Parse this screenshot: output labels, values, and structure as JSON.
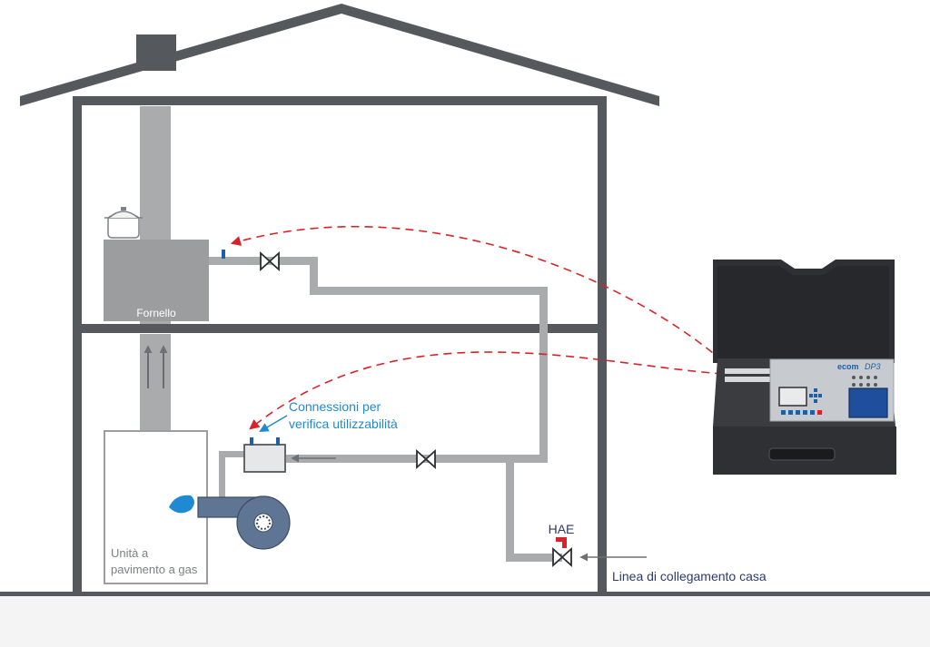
{
  "labels": {
    "stove": "Fornello",
    "connections_line1": "Connessioni per",
    "connections_line2": "verifica utilizzabilità",
    "floor_unit_line1": "Unità a",
    "floor_unit_line2": "pavimento a gas",
    "hae": "HAE",
    "house_line": "Linea di collegamento casa"
  },
  "device": {
    "brand": "ecom",
    "model": "DP3"
  },
  "colors": {
    "wall": "#55585c",
    "pipe": "#a9abad",
    "appliance": "#9b9d9f",
    "burner": "#5e7593",
    "flame": "#1f8ad1",
    "dashed_arrow": "#d8232a",
    "label_blue": "#1f8ad1",
    "text_dark_blue": "#2e3a6b",
    "case": "#2e3033",
    "panel": "#c7cacf",
    "screen": "#1f4f9c"
  }
}
